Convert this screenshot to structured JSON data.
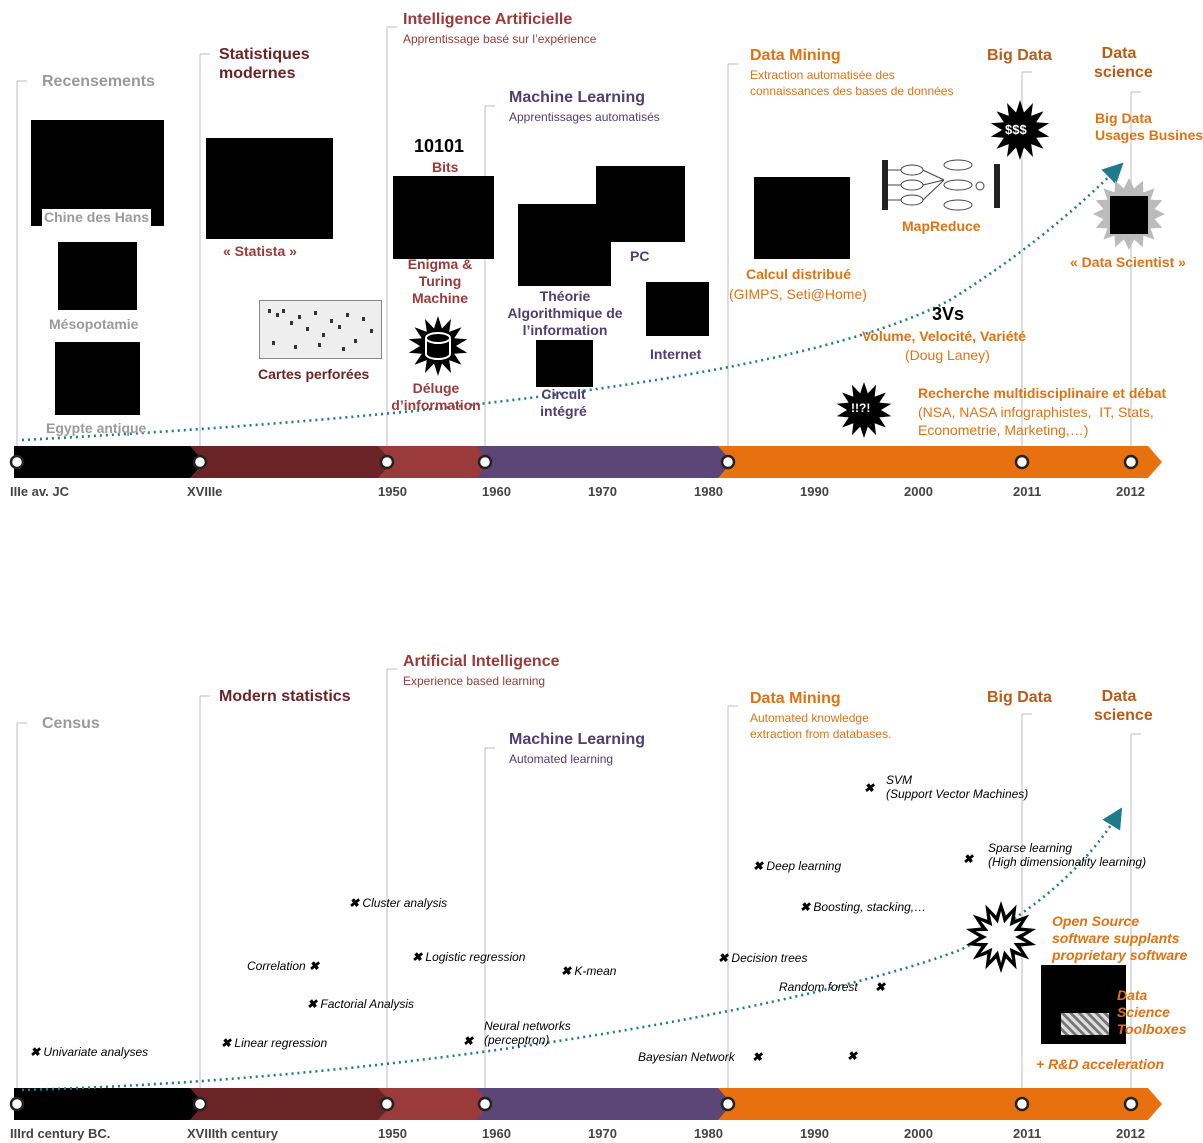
{
  "colors": {
    "era1": "#000000",
    "era2": "#6b2426",
    "era3": "#9b3a3a",
    "era4": "#5b4677",
    "era5": "#e9700f",
    "trend": "#1f7a8c",
    "guide": "#c8c8c8"
  },
  "top": {
    "eras": {
      "census": "Recensements",
      "stats": "Statistiques\nmodernes",
      "ai": "Intelligence Artificielle",
      "ai_sub": "Apprentissage basé sur l’expérience",
      "ml": "Machine Learning",
      "ml_sub": "Apprentissages automatisés",
      "dm": "Data Mining",
      "dm_sub": "Extraction automatisée des\nconnaissances des bases de données",
      "bigdata": "Big Data",
      "ds": "Data\nscience"
    },
    "items": {
      "chine": "Chine des Hans",
      "meso": "Mésopotamie",
      "egypte": "Egypte antique",
      "statista": "« Statista »",
      "cartes": "Cartes perforées",
      "bits_num": "10101",
      "bits": "Bits",
      "enigma": "Enigma &\nTuring\nMachine",
      "deluge": "Déluge\nd’information",
      "theorie": "Théorie\nAlgorithmique de\nl’information",
      "pc": "PC",
      "internet": "Internet",
      "circuit": "Circuit\nintégré",
      "calcul": "Calcul distribué",
      "gimps": "(GIMPS, Seti@Home)",
      "mapreduce": "MapReduce",
      "threevs": "3Vs",
      "vvv": "Volume, Velocité, Variété",
      "laney": "(Doug Laney)",
      "recherche": "Recherche multidisciplinaire et débat",
      "recherche_sub": "(NSA, NASA infographistes,  IT, Stats,\nEconometrie, Marketing,…)",
      "bigdata_usages": "Big Data\nUsages Business",
      "dollar": "$$$",
      "exclaim": "!!?!",
      "scientist": "« Data Scientist »"
    },
    "axis": [
      "IIIe av. JC",
      "XVIIIe",
      "1950",
      "1960",
      "1970",
      "1980",
      "1990",
      "2000",
      "2011",
      "2012"
    ]
  },
  "bottom": {
    "eras": {
      "census": "Census",
      "stats": "Modern statistics",
      "ai": "Artificial Intelligence",
      "ai_sub": "Experience based learning",
      "ml": "Machine Learning",
      "ml_sub": "Automated learning",
      "dm": "Data Mining",
      "dm_sub": "Automated knowledge\nextraction from databases.",
      "bigdata": "Big Data",
      "ds": "Data\nscience"
    },
    "methods": [
      "Univariate analyses",
      "Linear regression",
      "Correlation",
      "Factorial Analysis",
      "Cluster analysis",
      "Logistic regression",
      "Neural networks\n(perceptron)",
      "K-mean",
      "Decision  trees",
      "Deep learning",
      "Boosting, stacking,…",
      "Random forest",
      "Bayesian Network",
      "SVM\n(Support Vector Machines)",
      "Sparse learning\n(High dimensionality learning)"
    ],
    "opensource": "Open Source\nsoftware supplants\nproprietary software",
    "toolboxes": "Data\nScience\nToolboxes",
    "rd": "+ R&D acceleration",
    "axis": [
      "IIIrd century BC.",
      "XVIIIth century",
      "1950",
      "1960",
      "1970",
      "1980",
      "1990",
      "2000",
      "2011",
      "2012"
    ]
  }
}
